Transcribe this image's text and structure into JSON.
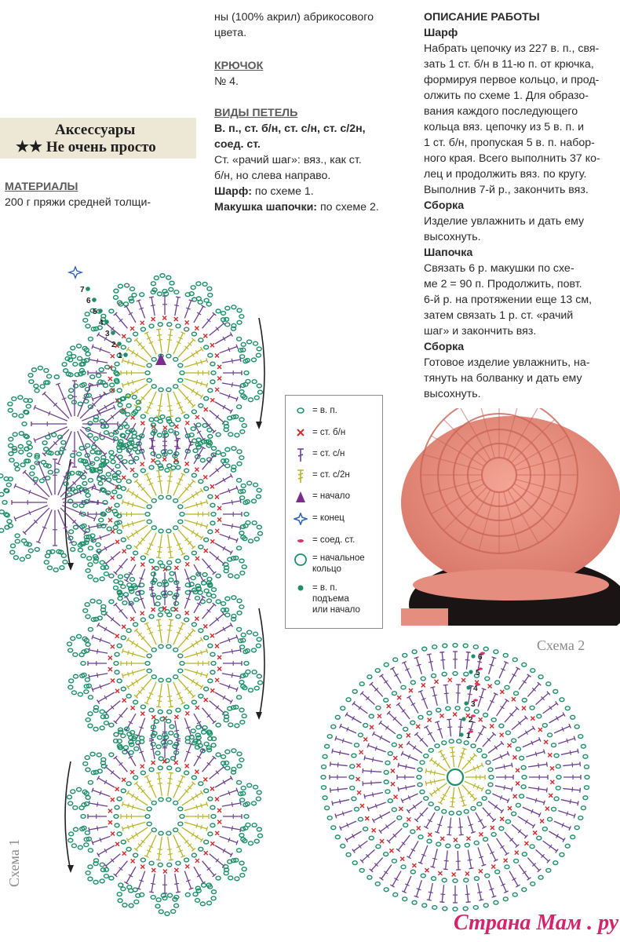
{
  "category": {
    "title": "Аксессуары",
    "difficulty": "★★ Не очень просто"
  },
  "materials": {
    "heading": "МАТЕРИАЛЫ",
    "line1": "200 г пряжи средней толщи-",
    "line2": "ны (100% акрил) абрикосового",
    "line3": "цвета."
  },
  "hook": {
    "heading": "КРЮЧОК",
    "value": "№ 4."
  },
  "stitch_types": {
    "heading": "ВИДЫ ПЕТЕЛЬ",
    "line1": "В. п., ст. б/н, ст. с/н, ст. с/2н,",
    "line2": "соед. ст.",
    "line3": "Ст. «рачий шаг»: вяз., как ст.",
    "line4": "б/н, но слева направо.",
    "scarf_label": "Шарф:",
    "scarf_value": " по схеме 1.",
    "crown_label": "Макушка шапочки:",
    "crown_value": " по схеме 2."
  },
  "description": {
    "heading": "ОПИСАНИЕ РАБОТЫ",
    "scarf_title": "Шарф",
    "scarf_lines": [
      "Набрать цепочку из 227 в. п., свя-",
      "зать 1 ст. б/н в 11-ю п. от крючка,",
      "формируя первое кольцо, и прод-",
      "олжить по схеме 1. Для образо-",
      "вания каждого последующего",
      "кольца вяз. цепочку из 5 в. п. и",
      "1 ст. б/н, пропуская 5 в. п. набор-",
      "ного края. Всего выполнить 37 ко-",
      "лец и продолжить вяз. по кругу.",
      "Выполнив 7-й р., закончить вяз."
    ],
    "assembly1_title": "Сборка",
    "assembly1_lines": [
      "Изделие увлажнить и дать ему",
      "высохнуть."
    ],
    "hat_title": "Шапочка",
    "hat_lines": [
      "Связать 6 р. макушки по схе-",
      "ме 2 = 90 п. Продолжить, повт.",
      "6-й р. на протяжении еще 13 см,",
      "затем связать 1 р. ст. «рачий",
      "шаг» и закончить вяз."
    ],
    "assembly2_title": "Сборка",
    "assembly2_lines": [
      "Готовое изделие увлажнить, на-",
      "тянуть на болванку и дать ему",
      "высохнуть."
    ]
  },
  "legend": {
    "items": [
      {
        "icon": "chain-stitch-icon",
        "label": "= в. п."
      },
      {
        "icon": "single-crochet-icon",
        "label": "= ст. б/н"
      },
      {
        "icon": "double-crochet-icon",
        "label": "= ст. с/н"
      },
      {
        "icon": "treble-crochet-icon",
        "label": "= ст. с/2н"
      },
      {
        "icon": "start-icon",
        "label": "= начало"
      },
      {
        "icon": "end-icon",
        "label": "= конец"
      },
      {
        "icon": "slip-stitch-icon",
        "label": "= соед. ст."
      },
      {
        "icon": "magic-ring-icon",
        "label": "= начальное",
        "label2": "кольцо"
      },
      {
        "icon": "turning-chain-icon",
        "label": "= в. п.",
        "label2": "подъема",
        "label3": "или начало"
      }
    ]
  },
  "schema1_label": "Схема 1",
  "schema2_label": "Схема 2",
  "schema2_rounds": [
    "1",
    "2",
    "3",
    "4",
    "5",
    "6"
  ],
  "schema1_rounds": [
    "1",
    "2",
    "3",
    "4",
    "5",
    "6",
    "7"
  ],
  "watermark": "Страна Мам . ру",
  "colors": {
    "chain": "#1f8f6a",
    "single": "#d42a2a",
    "double": "#6b3d8f",
    "treble": "#b8b526",
    "start": "#7b2d8e",
    "end": "#2a63b8",
    "slip": "#e0306a",
    "arrow": "#222222"
  }
}
